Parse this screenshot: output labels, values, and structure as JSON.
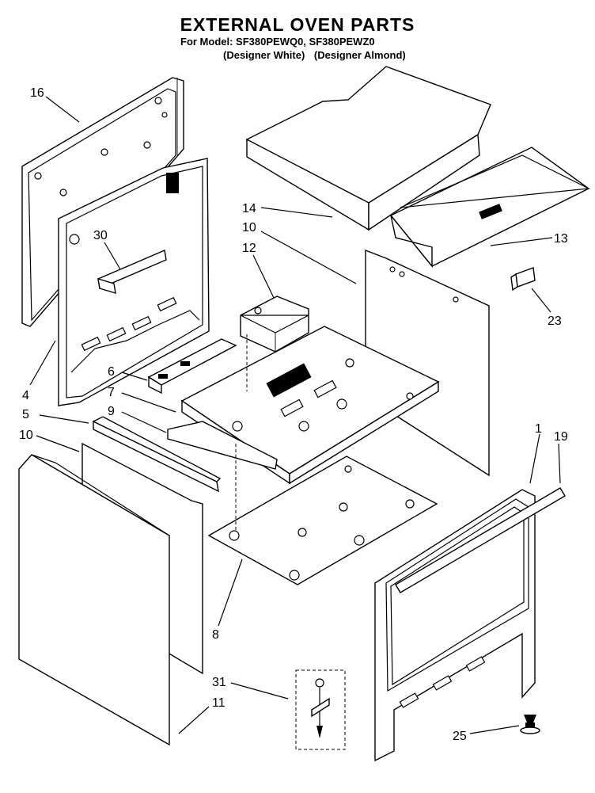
{
  "header": {
    "title": "EXTERNAL OVEN PARTS",
    "model_line": "For Model: SF380PEWQ0, SF380PEWZ0",
    "variants": [
      "(Designer White)",
      "(Designer Almond)"
    ]
  },
  "callouts": {
    "c16": "16",
    "c30": "30",
    "c4": "4",
    "c6": "6",
    "c7": "7",
    "c5": "5",
    "c9": "9",
    "c10a": "10",
    "c10b": "10",
    "c14": "14",
    "c12": "12",
    "c13": "13",
    "c23": "23",
    "c1": "1",
    "c19": "19",
    "c8": "8",
    "c31": "31",
    "c11": "11",
    "c25": "25"
  }
}
